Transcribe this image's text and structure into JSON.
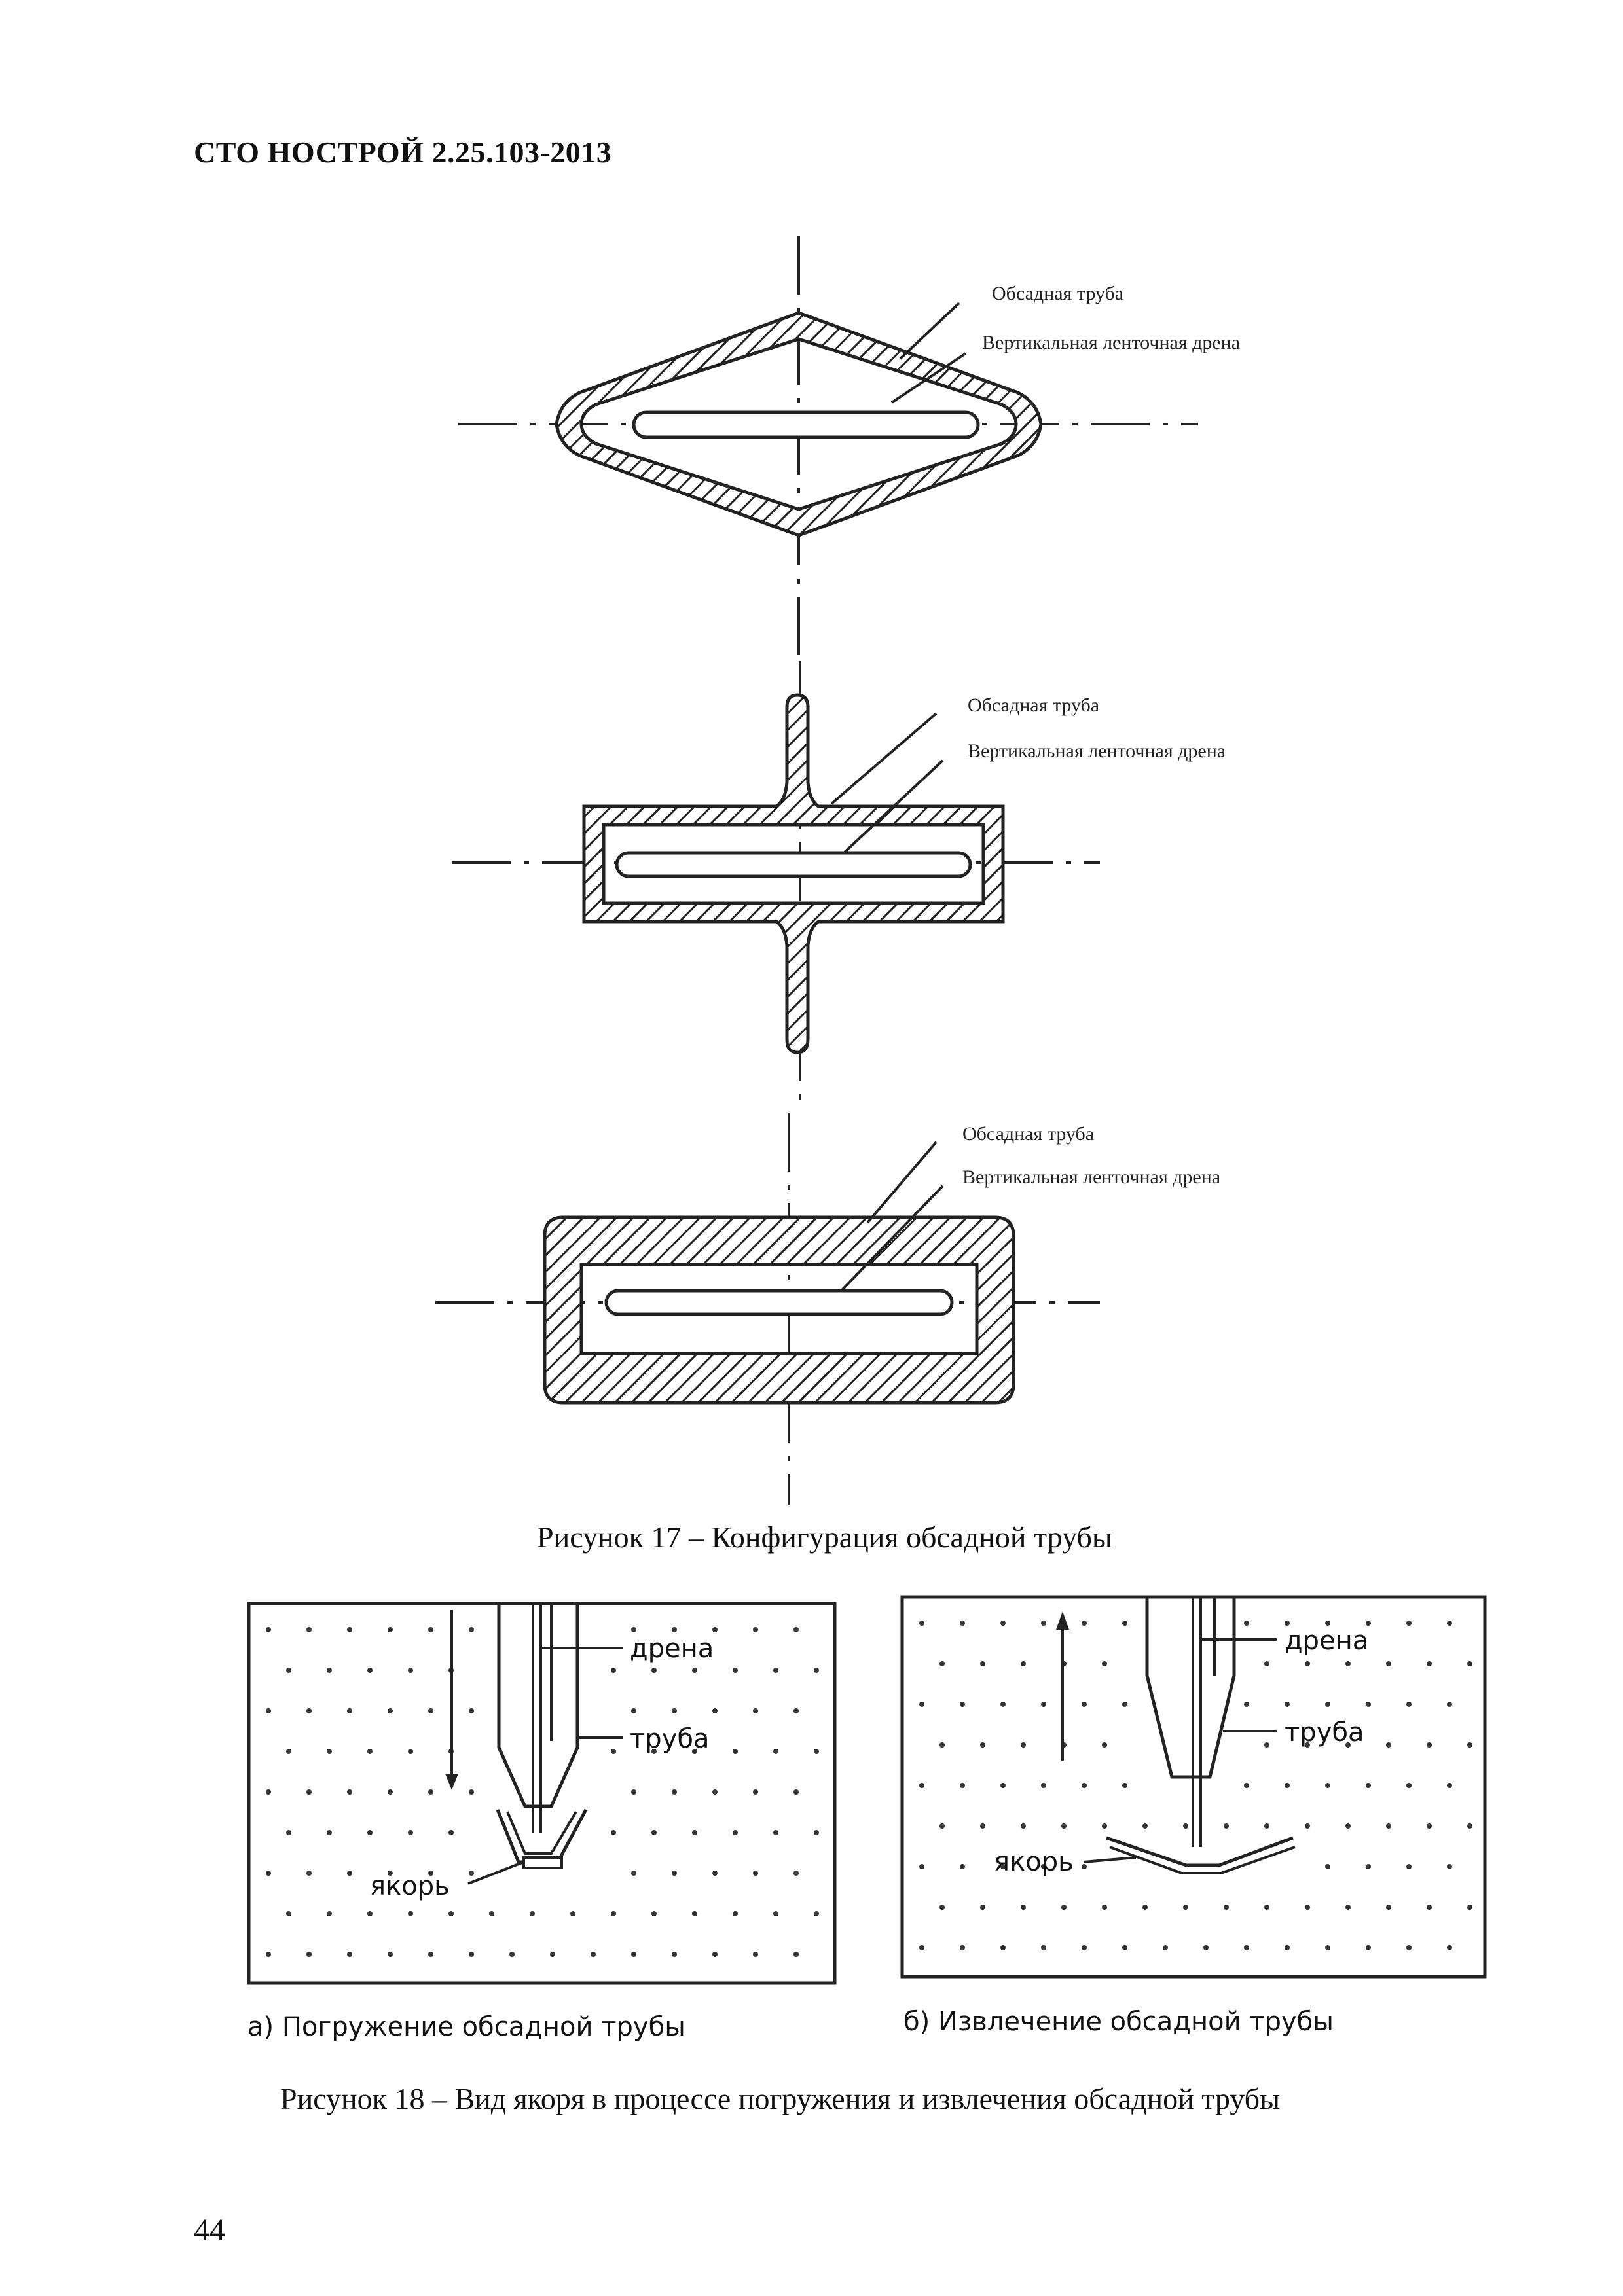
{
  "header": {
    "title": "СТО НОСТРОЙ 2.25.103-2013"
  },
  "figure17": {
    "shapes": [
      {
        "label_casing": "Обсадная труба",
        "label_drain": "Вертикальная ленточная дрена"
      },
      {
        "label_casing": "Обсадная труба",
        "label_drain": "Вертикальная ленточная дрена"
      },
      {
        "label_casing": "Обсадная труба",
        "label_drain": "Вертикальная ленточная дрена"
      }
    ],
    "caption": "Рисунок 17 – Конфигурация обсадной трубы"
  },
  "figure18": {
    "panel_a": {
      "drain": "дрена",
      "pipe": "труба",
      "anchor": "якорь",
      "caption": "а) Погружение обсадной трубы"
    },
    "panel_b": {
      "drain": "дрена",
      "pipe": "труба",
      "anchor": "якорь",
      "caption": "б) Извлечение обсадной трубы"
    },
    "caption": "Рисунок 18 – Вид якоря в процессе погружения и извлечения обсадной трубы"
  },
  "page_number": "44"
}
